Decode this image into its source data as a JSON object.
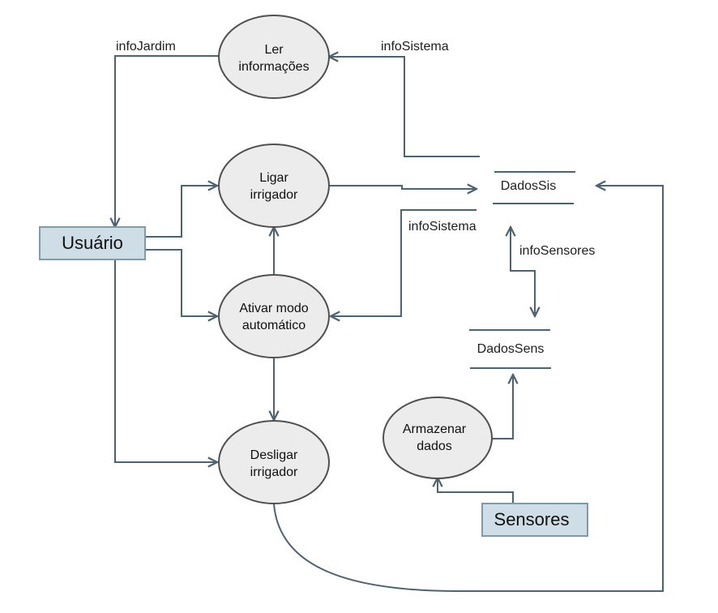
{
  "diagram": {
    "type": "data-flow-diagram",
    "colors": {
      "line": "#4f626e",
      "process_fill": "#ececec",
      "entity_fill": "#cfdde6",
      "entity_border": "#7e9aab"
    },
    "entities": {
      "usuario": "Usuário",
      "sensores": "Sensores"
    },
    "processes": {
      "ler": [
        "Ler",
        "informações"
      ],
      "ligar": [
        "Ligar",
        "irrigador"
      ],
      "ativar": [
        "Ativar modo",
        "automático"
      ],
      "desligar": [
        "Desligar",
        "irrigador"
      ],
      "armazenar": [
        "Armazenar",
        "dados"
      ]
    },
    "stores": {
      "dados_sis": "DadosSis",
      "dados_sens": "DadosSens"
    },
    "flow_labels": {
      "info_jardim": "infoJardim",
      "info_sistema_top": "infoSistema",
      "info_sistema_mid": "infoSistema",
      "info_sensores": "infoSensores"
    }
  }
}
